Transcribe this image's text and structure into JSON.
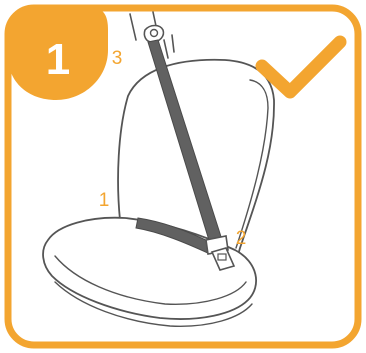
{
  "step": {
    "number": "1",
    "badge_color": "#F3A530"
  },
  "status": {
    "icon": "checkmark-icon",
    "color": "#F3A530"
  },
  "frame": {
    "border_color": "#F3A530"
  },
  "belt": {
    "color": "#616161"
  },
  "callouts": [
    {
      "id": "1",
      "label": "1"
    },
    {
      "id": "2",
      "label": "2"
    },
    {
      "id": "3",
      "label": "3"
    }
  ],
  "colors": {
    "accent": "#F3A530",
    "outline": "#555555",
    "belt": "#616161"
  }
}
